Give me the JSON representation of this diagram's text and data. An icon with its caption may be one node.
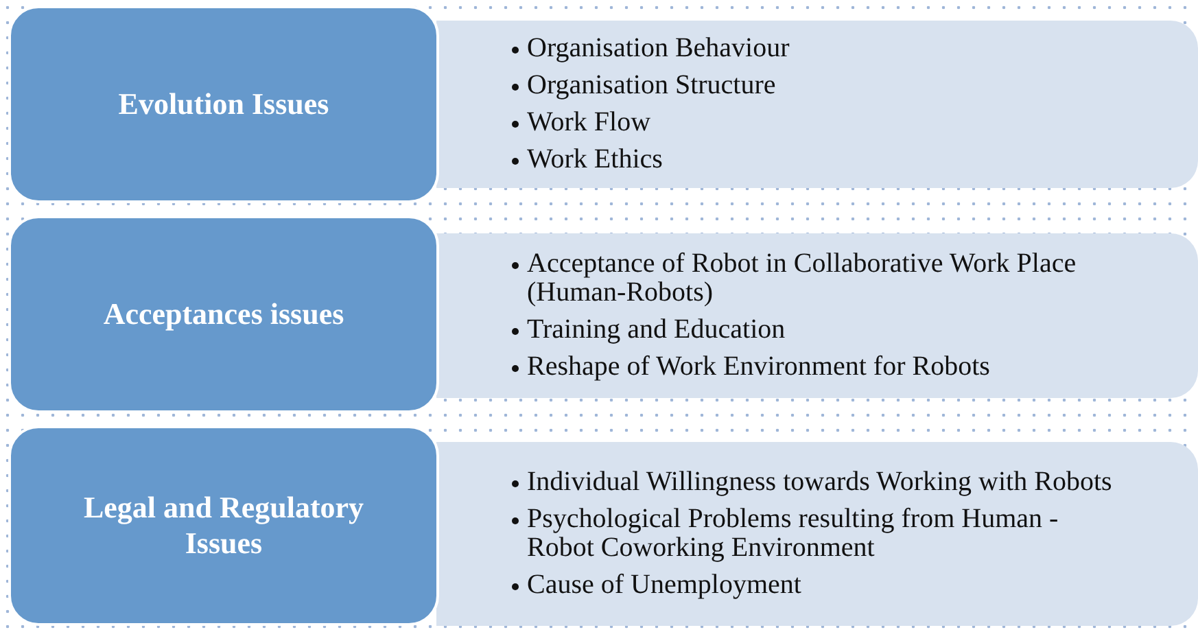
{
  "diagram": {
    "nodes": [
      {
        "text": [
          "Evolution Issues"
        ]
      },
      {
        "text": [
          "Organisation Behaviour",
          "Organisation Structure",
          "Work Flow",
          "Work Ethics"
        ]
      },
      {
        "text": [
          "Acceptances issues"
        ]
      },
      {
        "text": [
          "Acceptance of Robot in Collaborative Work Place (Human-Robots)",
          "Training and Education",
          "Reshape of Work Environment for Robots"
        ]
      },
      {
        "text": [
          "Legal and Regulatory Issues"
        ]
      },
      {
        "text": [
          "Individual Willingness towards Working with Robots",
          "Psychological Problems resulting from Human - Robot Coworking Environment",
          "Cause of Unemployment"
        ]
      }
    ],
    "edges": []
  }
}
